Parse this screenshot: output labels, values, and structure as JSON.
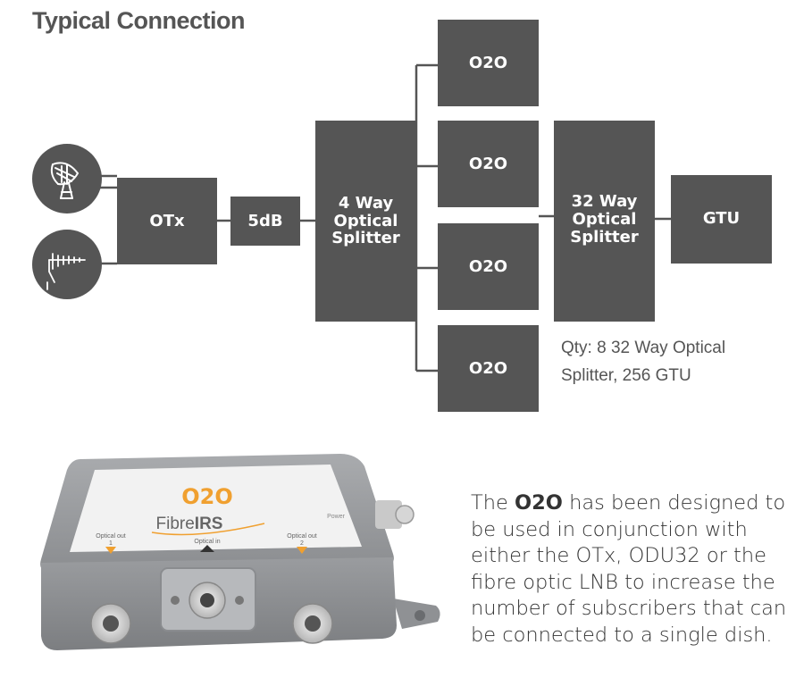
{
  "title": "Typical Connection",
  "nodes": {
    "otx": "OTx",
    "attenuator": "5dB",
    "splitter4": "4 Way\nOptical\nSplitter",
    "o2o_1": "O2O",
    "o2o_2": "O2O",
    "o2o_3": "O2O",
    "o2o_4": "O2O",
    "splitter32": "32 Way\nOptical\nSplitter",
    "gtu": "GTU"
  },
  "icons": [
    "satellite-dish-icon",
    "terrestrial-antenna-icon"
  ],
  "quantity_note": "Qty: 8 32 Way Optical\nSplitter, 256 GTU",
  "device": {
    "brand_label": "O2O",
    "product_label": "FibreIRS",
    "product_label_part1": "Fibre",
    "product_label_part2": "IRS",
    "port_optical_out_1": "Optical out\n1",
    "port_optical_in": "Optical in",
    "port_optical_out_2": "Optical out\n2",
    "power_label": "Power"
  },
  "description": {
    "prefix": "The ",
    "highlight": "O2O",
    "suffix": " has been designed to be used in conjunction with either the OTx, ODU32 or the fibre optic LNB to increase the number of subscribers that can be connected to a single dish."
  },
  "colors": {
    "box_fill": "#555555",
    "line": "#555555",
    "accent_orange": "#f0a030"
  }
}
